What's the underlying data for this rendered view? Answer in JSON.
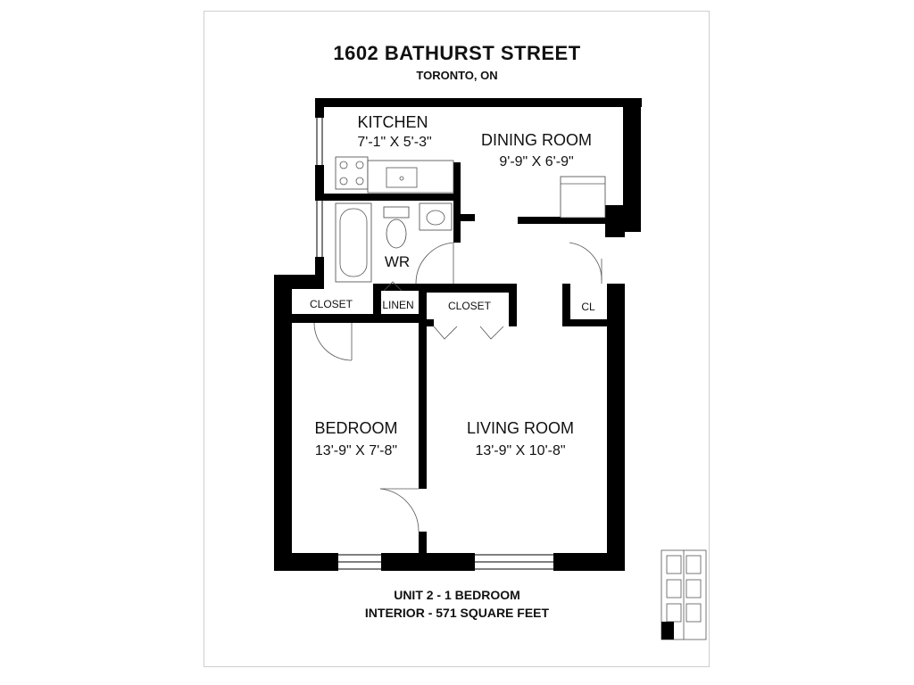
{
  "header": {
    "address": "1602 BATHURST STREET",
    "city": "TORONTO, ON"
  },
  "rooms": {
    "kitchen": {
      "name": "KITCHEN",
      "dims": "7'-1\" X 5'-3\""
    },
    "dining": {
      "name": "DINING ROOM",
      "dims": "9'-9\" X 6'-9\""
    },
    "washroom": {
      "name": "WR"
    },
    "closet_bedroom": {
      "name": "CLOSET"
    },
    "linen": {
      "name": "LINEN"
    },
    "closet_living": {
      "name": "CLOSET"
    },
    "cl": {
      "name": "CL"
    },
    "bedroom": {
      "name": "BEDROOM",
      "dims": "13'-9\" X 7'-8\""
    },
    "living": {
      "name": "LIVING ROOM",
      "dims": "13'-9\" X 10'-8\""
    }
  },
  "footer": {
    "unit": "UNIT 2 - 1 BEDROOM",
    "area": "INTERIOR - 571 SQUARE FEET"
  }
}
